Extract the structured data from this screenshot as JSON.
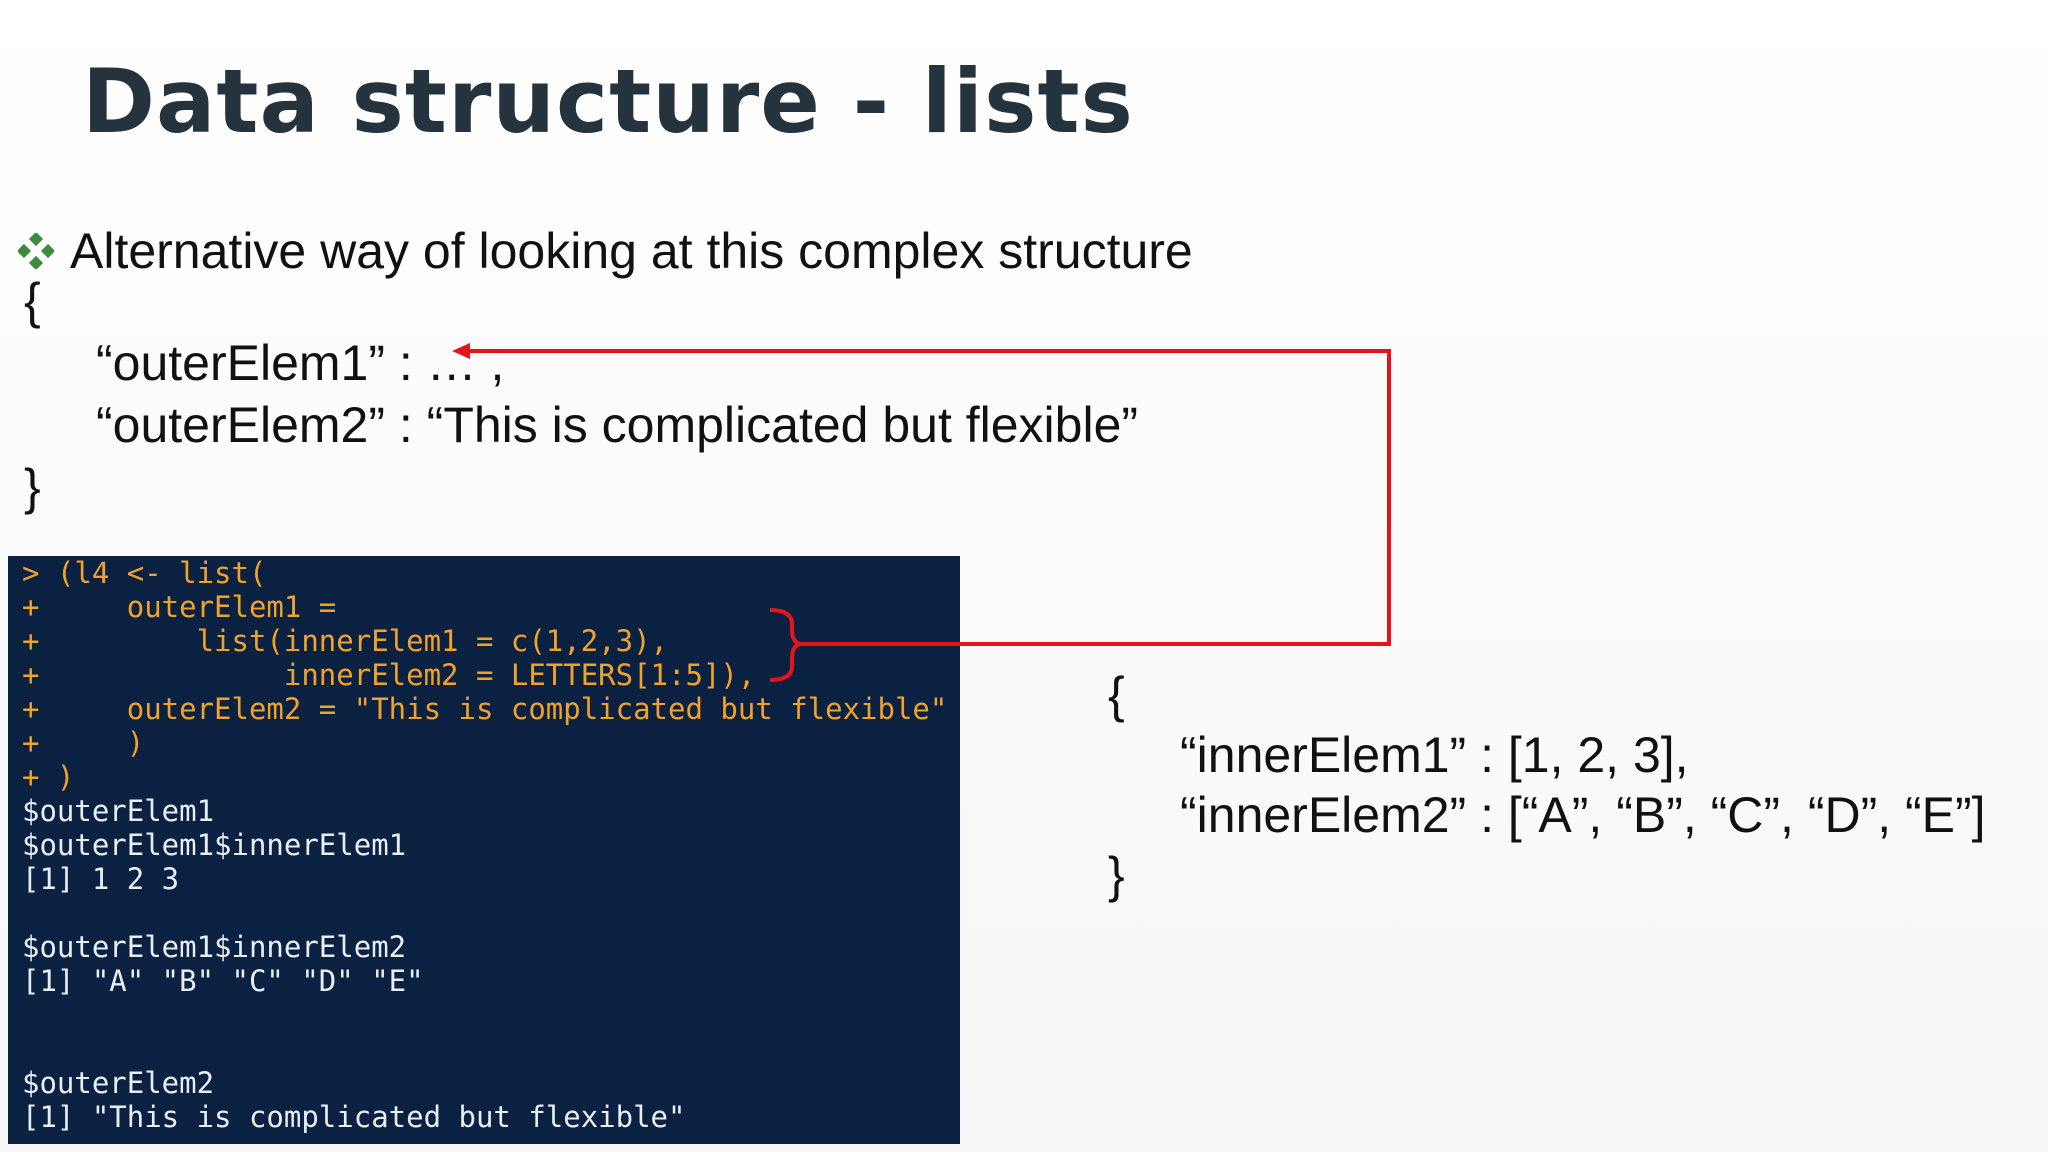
{
  "slide": {
    "title": "Data structure - lists",
    "bullet": "Alternative way of looking at this complex structure",
    "outer_structure": {
      "open": "{",
      "line1": "“outerElem1” : … ,",
      "line2": "“outerElem2” : “This is complicated but flexible”",
      "close": "}"
    },
    "inner_structure": {
      "open": "{",
      "line1": "“innerElem1” : [1, 2, 3],",
      "line2": "“innerElem2” : [“A”, “B”, “C”, “D”, “E”]",
      "close": "}"
    }
  },
  "console": {
    "lines": [
      "> (l4 <- list(",
      "+     outerElem1 =",
      "+         list(innerElem1 = c(1,2,3),",
      "+              innerElem2 = LETTERS[1:5]),",
      "+     outerElem2 = \"This is complicated but flexible\"",
      "+     )",
      "+ )",
      "$outerElem1",
      "$outerElem1$innerElem1",
      "[1] 1 2 3",
      "$outerElem1$innerElem2",
      "[1] \"A\" \"B\" \"C\" \"D\" \"E\"",
      "$outerElem2",
      "[1] \"This is complicated but flexible\""
    ]
  },
  "colors": {
    "title": "#24333d",
    "bullet_icon": "#3e8a3e",
    "console_bg": "#0b2142",
    "console_input": "#f0a22b",
    "console_output": "#e8eef5",
    "annotation": "#e3151a"
  },
  "icons": {
    "bullet": "diamond-cluster-icon",
    "connector": "red-arrow-connector"
  }
}
